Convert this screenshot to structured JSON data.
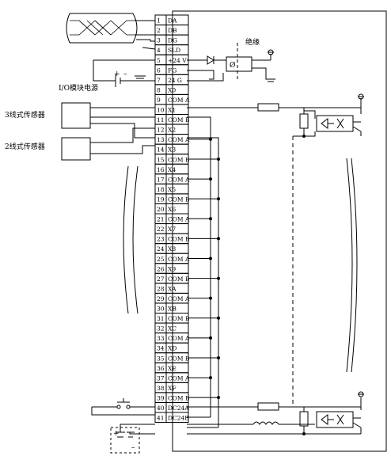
{
  "terminals": [
    {
      "num": "1",
      "sig": "DA"
    },
    {
      "num": "2",
      "sig": "DB"
    },
    {
      "num": "3",
      "sig": "DG"
    },
    {
      "num": "4",
      "sig": "SLD"
    },
    {
      "num": "5",
      "sig": "+24 V"
    },
    {
      "num": "6",
      "sig": "FG"
    },
    {
      "num": "7",
      "sig": "24 G"
    },
    {
      "num": "8",
      "sig": "X0"
    },
    {
      "num": "9",
      "sig": "COM A"
    },
    {
      "num": "10",
      "sig": "X1"
    },
    {
      "num": "11",
      "sig": "COM B"
    },
    {
      "num": "12",
      "sig": "X2"
    },
    {
      "num": "13",
      "sig": "COM A"
    },
    {
      "num": "14",
      "sig": "X3"
    },
    {
      "num": "15",
      "sig": "COM B"
    },
    {
      "num": "16",
      "sig": "X4"
    },
    {
      "num": "17",
      "sig": "COM A"
    },
    {
      "num": "18",
      "sig": "X5"
    },
    {
      "num": "19",
      "sig": "COM B"
    },
    {
      "num": "20",
      "sig": "X6"
    },
    {
      "num": "21",
      "sig": "COM A"
    },
    {
      "num": "22",
      "sig": "X7"
    },
    {
      "num": "23",
      "sig": "COM B"
    },
    {
      "num": "24",
      "sig": "X8"
    },
    {
      "num": "25",
      "sig": "COM A"
    },
    {
      "num": "26",
      "sig": "X9"
    },
    {
      "num": "27",
      "sig": "COM B"
    },
    {
      "num": "28",
      "sig": "XA"
    },
    {
      "num": "29",
      "sig": "COM A"
    },
    {
      "num": "30",
      "sig": "XB"
    },
    {
      "num": "31",
      "sig": "COM B"
    },
    {
      "num": "32",
      "sig": "XC"
    },
    {
      "num": "33",
      "sig": "COM A"
    },
    {
      "num": "34",
      "sig": "XD"
    },
    {
      "num": "35",
      "sig": "COM B"
    },
    {
      "num": "36",
      "sig": "XE"
    },
    {
      "num": "37",
      "sig": "COM A"
    },
    {
      "num": "38",
      "sig": "XF"
    },
    {
      "num": "39",
      "sig": "COM B"
    },
    {
      "num": "40",
      "sig": "DC24A"
    },
    {
      "num": "41",
      "sig": "DC24B"
    }
  ],
  "labels": {
    "isolation": "绝缘",
    "io_power": "I/O模块电源",
    "sensor3": "3线式传感器",
    "sensor2": "2线式传感器",
    "fuse_symbol": "Ø"
  },
  "battery_signs": {
    "plus": "+",
    "minus": "–"
  }
}
